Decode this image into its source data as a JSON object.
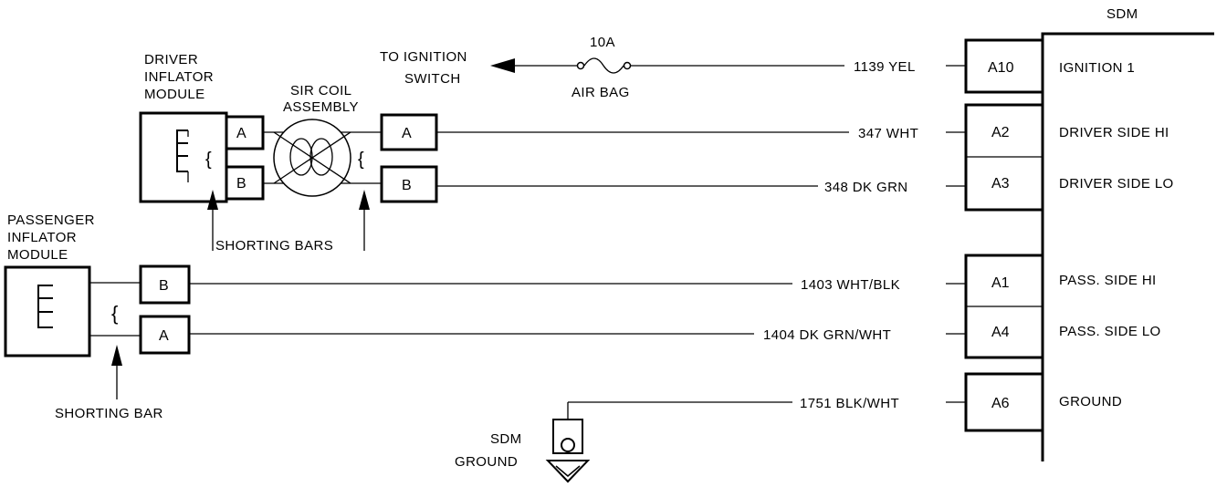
{
  "sdm": {
    "title": "SDM",
    "terminals": [
      {
        "pin": "A10",
        "circuit": "1139 YEL",
        "function": "IGNITION 1"
      },
      {
        "pin": "A2",
        "circuit": "347 WHT",
        "function": "DRIVER SIDE HI"
      },
      {
        "pin": "A3",
        "circuit": "348 DK GRN",
        "function": "DRIVER SIDE LO"
      },
      {
        "pin": "A1",
        "circuit": "1403 WHT/BLK",
        "function": "PASS. SIDE HI"
      },
      {
        "pin": "A4",
        "circuit": "1404 DK GRN/WHT",
        "function": "PASS. SIDE LO"
      },
      {
        "pin": "A6",
        "circuit": "1751 BLK/WHT",
        "function": "GROUND"
      }
    ]
  },
  "fuse": {
    "rating": "10A",
    "name": "AIR BAG"
  },
  "ignition": {
    "line1": "TO IGNITION",
    "line2": "SWITCH"
  },
  "driver_module": {
    "line1": "DRIVER",
    "line2": "INFLATOR",
    "line3": "MODULE",
    "pin_top": "A",
    "pin_bottom": "B"
  },
  "sir_coil": {
    "line1": "SIR COIL",
    "line2": "ASSEMBLY",
    "pin_top": "A",
    "pin_bottom": "B"
  },
  "driver_shorting": "SHORTING BARS",
  "passenger_module": {
    "line1": "PASSENGER",
    "line2": "INFLATOR",
    "line3": "MODULE",
    "pin_top": "B",
    "pin_bottom": "A"
  },
  "passenger_shorting": "SHORTING BAR",
  "sdm_ground": {
    "line1": "SDM",
    "line2": "GROUND"
  }
}
